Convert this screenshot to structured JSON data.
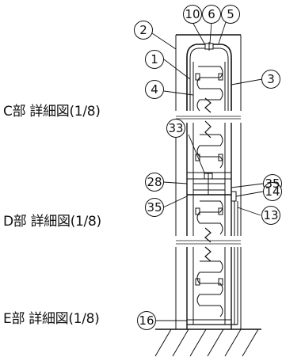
{
  "section_labels": {
    "c": "C部 詳細図(1/8)",
    "d": "D部 詳細図(1/8)",
    "e": "E部 詳細図(1/8)"
  },
  "callouts": [
    "2",
    "10",
    "6",
    "5",
    "1",
    "3",
    "4",
    "33",
    "28",
    "35",
    "35",
    "14",
    "13",
    "16"
  ]
}
